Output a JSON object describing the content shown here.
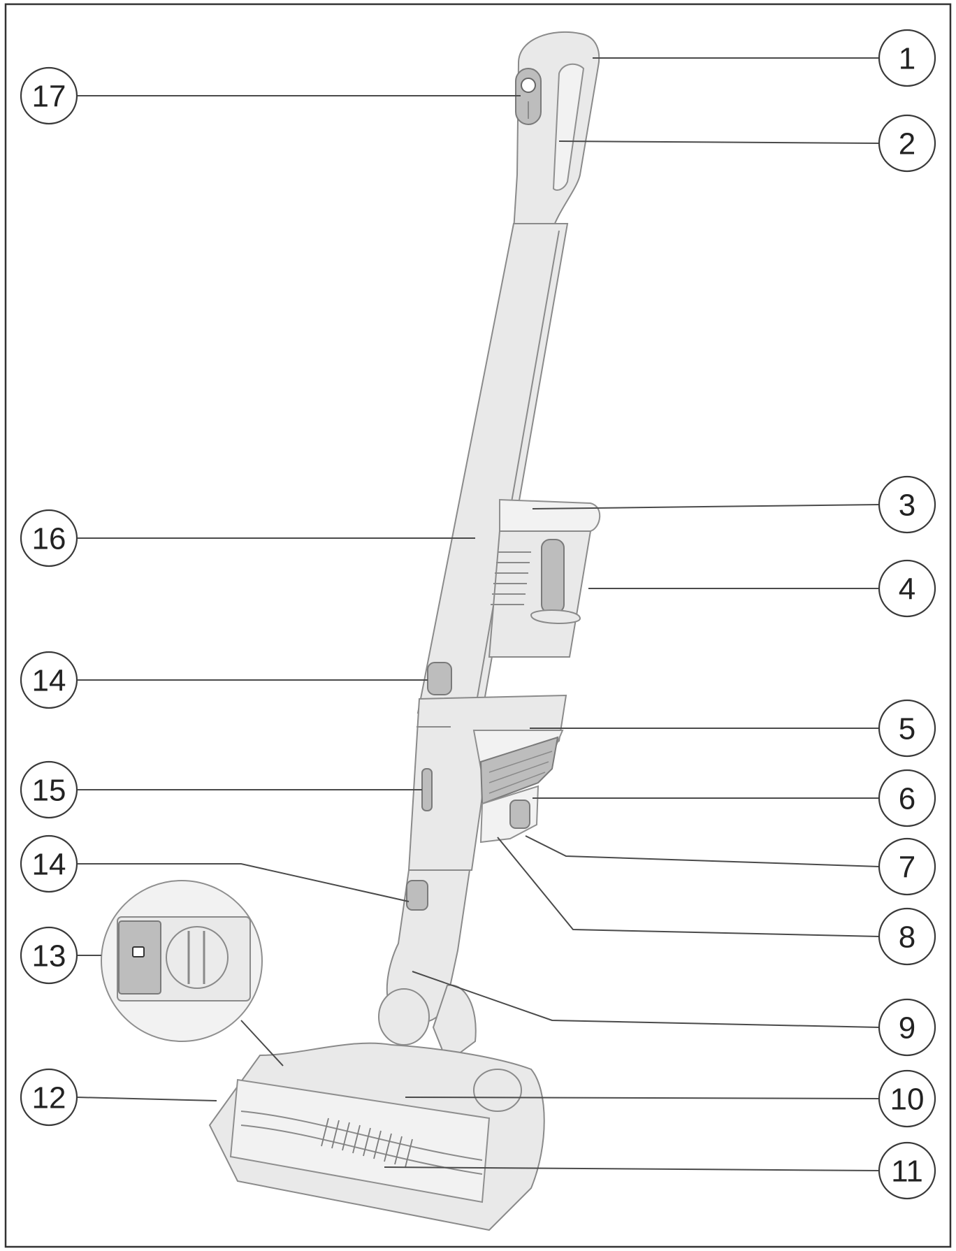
{
  "callouts": [
    {
      "label": "1"
    },
    {
      "label": "2"
    },
    {
      "label": "3"
    },
    {
      "label": "4"
    },
    {
      "label": "5"
    },
    {
      "label": "6"
    },
    {
      "label": "7"
    },
    {
      "label": "8"
    },
    {
      "label": "9"
    },
    {
      "label": "10"
    },
    {
      "label": "11"
    },
    {
      "label": "12"
    },
    {
      "label": "13"
    },
    {
      "label": "14"
    },
    {
      "label": "14"
    },
    {
      "label": "15"
    },
    {
      "label": "16"
    },
    {
      "label": "17"
    }
  ]
}
